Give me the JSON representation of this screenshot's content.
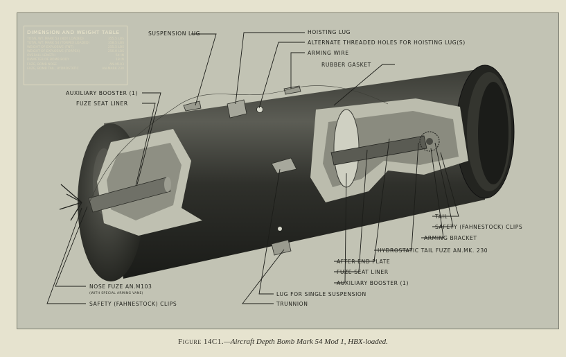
{
  "dimension_table": {
    "title": "DIMENSION AND WEIGHT TABLE",
    "rows": [
      {
        "label": "TOTAL WT. MARK 53 (NOT LOADED)",
        "value": "355.5 LBS"
      },
      {
        "label": "TOTAL WT. MARK 54 (TORPEX LOADED)",
        "value": "358.5 LBS"
      },
      {
        "label": "WEIGHT OF EXPLOSIVE (TNT)",
        "value": "255.5 LBS"
      },
      {
        "label": "WEIGHT OF EXPLOSIVE (TORPEX)",
        "value": "250.0 LBS"
      },
      {
        "label": "OVERALL LENGTH",
        "value": "54 IN"
      },
      {
        "label": "DIAMETER OF BOMB BODY",
        "value": "18 IN"
      },
      {
        "label": "FUZE, BOMB NOSE",
        "value": "AN-M103"
      },
      {
        "label": "FUZE, BOMB TAIL, HYDROSTATIC",
        "value": "AN-MARK 230"
      }
    ]
  },
  "labels": {
    "suspension_lug": "SUSPENSION LUG",
    "hoisting_lug": "HOISTING LUG",
    "alternate_threaded_holes": "ALTERNATE THREADED HOLES FOR HOISTING LUG(S)",
    "arming_wire": "ARMING WIRE",
    "rubber_gasket": "RUBBER GASKET",
    "auxiliary_booster_front": "AUXILIARY BOOSTER (1)",
    "fuze_seat_liner_front": "FUZE SEAT LINER",
    "tail": "TAIL",
    "safety_clips_tail": "SAFETY (FAHNESTOCK) CLIPS",
    "arming_bracket": "ARMING BRACKET",
    "hydrostatic_tail_fuze": "HYDROSTATIC TAIL FUZE AN.MK. 230",
    "after_end_plate": "AFTER END PLATE",
    "fuze_seat_liner_rear": "FUZE SEAT LINER",
    "auxiliary_booster_rear": "AUXILIARY BOOSTER (1)",
    "lug_single_suspension": "LUG FOR SINGLE SUSPENSION",
    "trunnion": "TRUNNION",
    "nose_fuze": "NOSE FUZE AN.M103",
    "nose_fuze_sub": "(WITH SPECIAL ARMING VANE)",
    "safety_clips_nose": "SAFETY (FAHNESTOCK) CLIPS"
  },
  "caption": {
    "figure": "Figure 14C1.",
    "title": "—Aircraft Depth Bomb Mark 54 Mod 1, HBX-loaded."
  }
}
